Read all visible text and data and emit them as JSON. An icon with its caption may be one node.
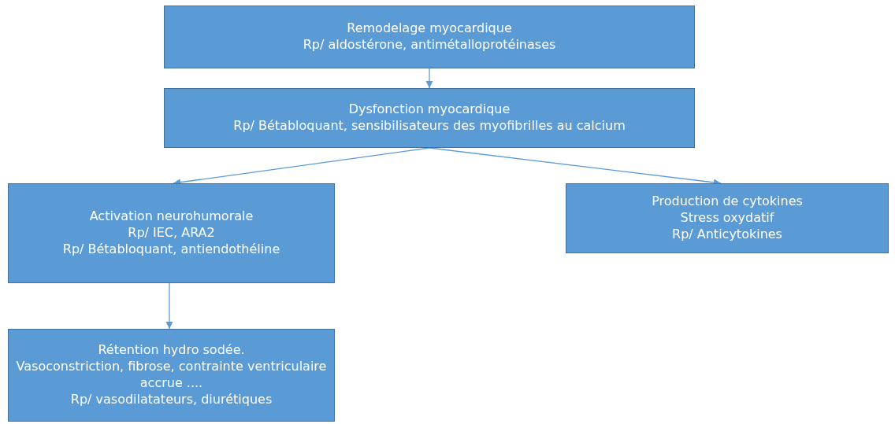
{
  "diagram": {
    "nodes": [
      {
        "text": [
          "Remodelage myocardique",
          "Rp/ aldostérone, antimétalloprotéinases"
        ]
      },
      {
        "text": [
          "Dysfonction myocardique",
          "Rp/ Bétabloquant, sensibilisateurs des myofibrilles au calcium"
        ]
      },
      {
        "text": [
          "Activation neurohumorale",
          "Rp/ IEC, ARA2",
          "Rp/ Bétabloquant, antiendothéline"
        ]
      },
      {
        "text": [
          "Production de cytokines",
          "Stress oxydatif",
          "Rp/ Anticytokines"
        ]
      },
      {
        "text": [
          "Rétention hydro sodée.",
          "Vasoconstriction, fibrose, contrainte ventriculaire accrue ....",
          "Rp/ vasodilatateurs, diurétiques"
        ]
      }
    ],
    "edges": [
      {
        "from": 0,
        "to": 1,
        "arrow": "to"
      },
      {
        "from": 1,
        "to": 2,
        "arrow": "to"
      },
      {
        "from": 1,
        "to": 3,
        "arrow": "to"
      },
      {
        "from": 2,
        "to": 4,
        "arrow": "to"
      }
    ]
  }
}
